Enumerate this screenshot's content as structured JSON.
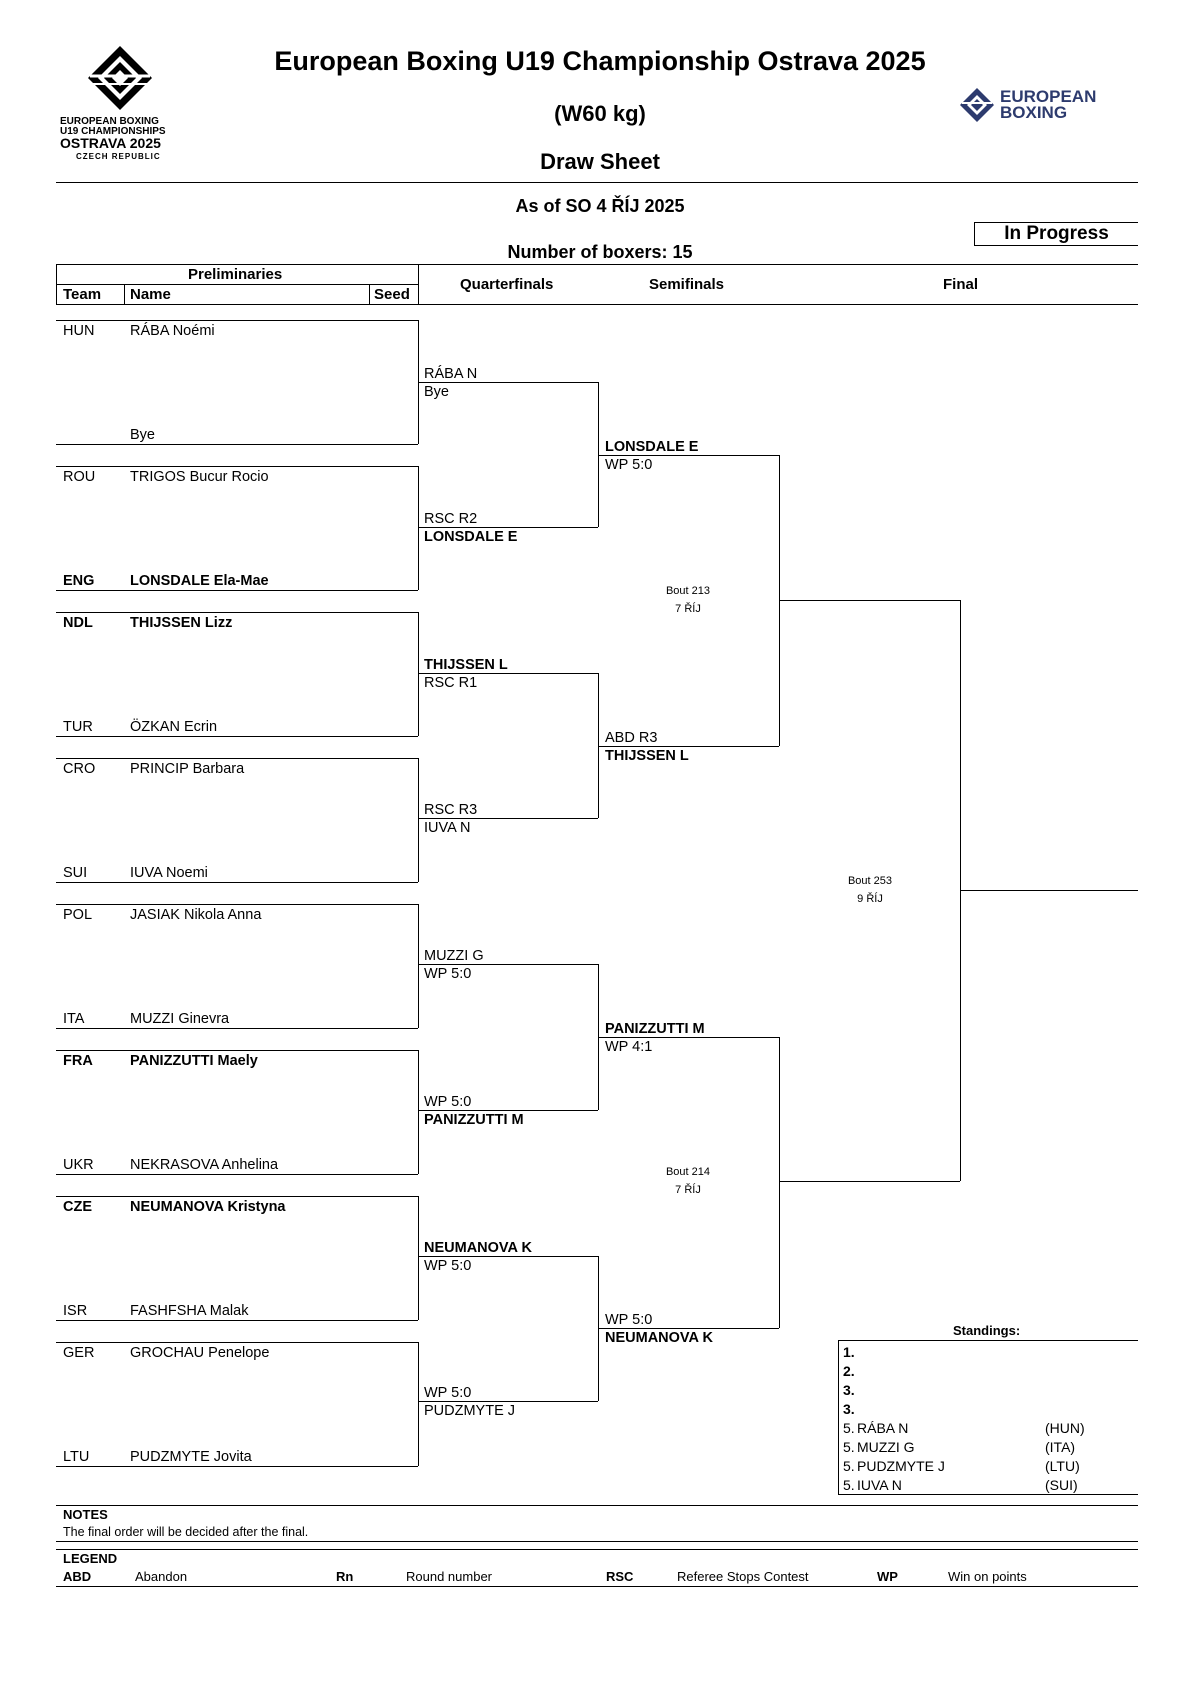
{
  "header": {
    "title": "European Boxing U19 Championship Ostrava 2025",
    "weight_class": "(W60 kg)",
    "sheet_type": "Draw Sheet",
    "as_of": "As of SO 4 ŘÍJ 2025",
    "num_boxers": "Number of boxers: 15",
    "status": "In Progress"
  },
  "logo_left": {
    "line1": "EUROPEAN BOXING",
    "line2": "U19 CHAMPIONSHIPS",
    "line3": "OSTRAVA 2025",
    "line4": "CZECH REPUBLIC"
  },
  "logo_right": {
    "line1": "EUROPEAN",
    "line2": "BOXING"
  },
  "columns": {
    "preliminaries": "Preliminaries",
    "team": "Team",
    "name": "Name",
    "seed": "Seed",
    "quarterfinals": "Quarterfinals",
    "semifinals": "Semifinals",
    "final": "Final"
  },
  "entrants": [
    {
      "team": "HUN",
      "name": "RÁBA Noémi"
    },
    {
      "team": "",
      "name": "Bye"
    },
    {
      "team": "ROU",
      "name": "TRIGOS Bucur Rocio"
    },
    {
      "team": "ENG",
      "name": "LONSDALE Ela-Mae"
    },
    {
      "team": "NDL",
      "name": "THIJSSEN Lizz"
    },
    {
      "team": "TUR",
      "name": "ÖZKAN Ecrin"
    },
    {
      "team": "CRO",
      "name": "PRINCIP Barbara"
    },
    {
      "team": "SUI",
      "name": "IUVA Noemi"
    },
    {
      "team": "POL",
      "name": "JASIAK Nikola Anna"
    },
    {
      "team": "ITA",
      "name": "MUZZI Ginevra"
    },
    {
      "team": "FRA",
      "name": "PANIZZUTTI Maely"
    },
    {
      "team": "UKR",
      "name": "NEKRASOVA Anhelina"
    },
    {
      "team": "CZE",
      "name": "NEUMANOVA Kristyna"
    },
    {
      "team": "ISR",
      "name": "FASHFSHA Malak"
    },
    {
      "team": "GER",
      "name": "GROCHAU Penelope"
    },
    {
      "team": "LTU",
      "name": "PUDZMYTE Jovita"
    }
  ],
  "quarterfinals": [
    {
      "top": "RÁBA N",
      "bottom": "Bye"
    },
    {
      "top": "RSC R2",
      "bottom": "LONSDALE E"
    },
    {
      "top": "THIJSSEN L",
      "bottom": "RSC R1"
    },
    {
      "top": "RSC R3",
      "bottom": "IUVA N"
    },
    {
      "top": "MUZZI G",
      "bottom": "WP 5:0"
    },
    {
      "top": "WP 5:0",
      "bottom": "PANIZZUTTI M"
    },
    {
      "top": "NEUMANOVA K",
      "bottom": "WP 5:0"
    },
    {
      "top": "WP 5:0",
      "bottom": "PUDZMYTE J"
    }
  ],
  "semifinals": [
    {
      "top": "LONSDALE E",
      "bottom": "WP 5:0"
    },
    {
      "top": "ABD R3",
      "bottom": "THIJSSEN L"
    },
    {
      "top": "PANIZZUTTI M",
      "bottom": "WP 4:1"
    },
    {
      "top": "WP 5:0",
      "bottom": "NEUMANOVA K"
    }
  ],
  "bouts": [
    {
      "label": "Bout  213",
      "date": "7 ŘÍJ"
    },
    {
      "label": "Bout  214",
      "date": "7 ŘÍJ"
    },
    {
      "label": "Bout  253",
      "date": "9 ŘÍJ"
    }
  ],
  "standings": {
    "title": "Standings:",
    "rows": [
      {
        "place": "1.",
        "name": "",
        "team": ""
      },
      {
        "place": "2.",
        "name": "",
        "team": ""
      },
      {
        "place": "3.",
        "name": "",
        "team": ""
      },
      {
        "place": "3.",
        "name": "",
        "team": ""
      },
      {
        "place": "5.",
        "name": "RÁBA N",
        "team": "(HUN)"
      },
      {
        "place": "5.",
        "name": "MUZZI G",
        "team": "(ITA)"
      },
      {
        "place": "5.",
        "name": "PUDZMYTE J",
        "team": "(LTU)"
      },
      {
        "place": "5.",
        "name": "IUVA N",
        "team": "(SUI)"
      }
    ]
  },
  "notes": {
    "title": "NOTES",
    "text": "The final order will be decided after the final."
  },
  "legend": {
    "title": "LEGEND",
    "items": [
      {
        "abbr": "ABD",
        "desc": "Abandon"
      },
      {
        "abbr": "Rn",
        "desc": "Round number"
      },
      {
        "abbr": "RSC",
        "desc": "Referee Stops Contest"
      },
      {
        "abbr": "WP",
        "desc": "Win on points"
      }
    ]
  }
}
